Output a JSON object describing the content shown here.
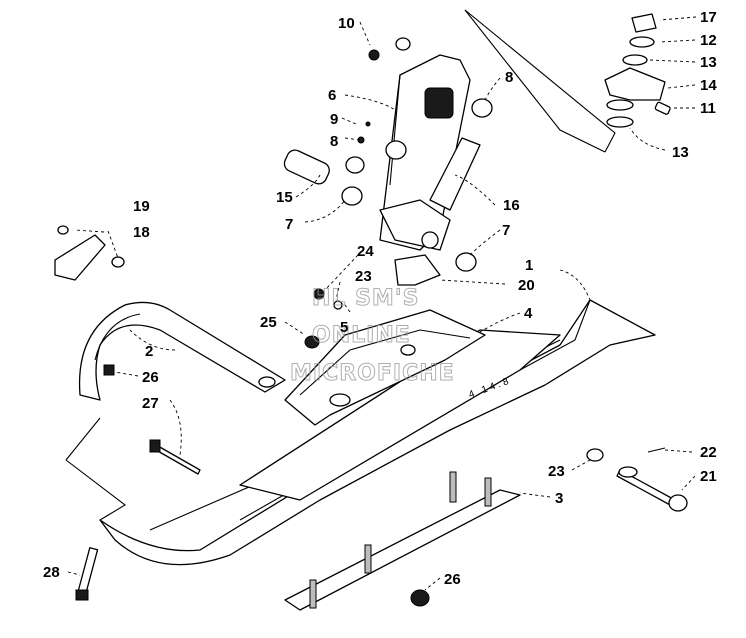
{
  "watermark": [
    "HL SM'S",
    "ONLINE",
    "MICROFICHE"
  ],
  "callouts": [
    {
      "id": "c1",
      "label": "1"
    },
    {
      "id": "c2",
      "label": "2"
    },
    {
      "id": "c3",
      "label": "3"
    },
    {
      "id": "c4",
      "label": "4"
    },
    {
      "id": "c5",
      "label": "5"
    },
    {
      "id": "c6",
      "label": "6"
    },
    {
      "id": "c7a",
      "label": "7"
    },
    {
      "id": "c7b",
      "label": "7"
    },
    {
      "id": "c8a",
      "label": "8"
    },
    {
      "id": "c8b",
      "label": "8"
    },
    {
      "id": "c9",
      "label": "9"
    },
    {
      "id": "c10",
      "label": "10"
    },
    {
      "id": "c11",
      "label": "11"
    },
    {
      "id": "c12",
      "label": "12"
    },
    {
      "id": "c13a",
      "label": "13"
    },
    {
      "id": "c13b",
      "label": "13"
    },
    {
      "id": "c14",
      "label": "14"
    },
    {
      "id": "c15",
      "label": "15"
    },
    {
      "id": "c16",
      "label": "16"
    },
    {
      "id": "c17",
      "label": "17"
    },
    {
      "id": "c18",
      "label": "18"
    },
    {
      "id": "c19",
      "label": "19"
    },
    {
      "id": "c20",
      "label": "20"
    },
    {
      "id": "c21",
      "label": "21"
    },
    {
      "id": "c22",
      "label": "22"
    },
    {
      "id": "c23a",
      "label": "23"
    },
    {
      "id": "c23b",
      "label": "23"
    },
    {
      "id": "c24",
      "label": "24"
    },
    {
      "id": "c25",
      "label": "25"
    },
    {
      "id": "c26a",
      "label": "26"
    },
    {
      "id": "c26b",
      "label": "26"
    },
    {
      "id": "c27",
      "label": "27"
    },
    {
      "id": "c28",
      "label": "28"
    }
  ]
}
